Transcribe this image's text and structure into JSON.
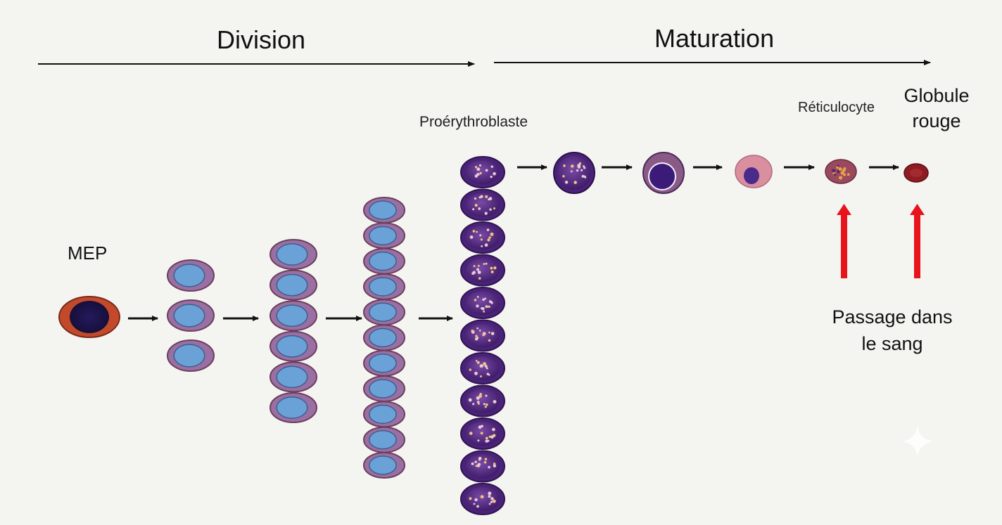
{
  "phases": {
    "division": "Division",
    "maturation": "Maturation"
  },
  "cells": {
    "mep": "MEP",
    "proerythroblast": "Proérythroblaste",
    "reticulocyte": "Réticulocyte",
    "red_cell_line1": "Globule",
    "red_cell_line2": "rouge"
  },
  "bloodstream": {
    "line1": "Passage dans",
    "line2": "le sang"
  },
  "division_counts": [
    1,
    3,
    6,
    11,
    11
  ],
  "colors": {
    "mep_outer": "#c24a2a",
    "mep_nucleus": "#231a5c",
    "progenitor_cytoplasm": "#9a6fa3",
    "progenitor_nucleus": "#6aa2d8",
    "erythroblast": "#5a2a86",
    "red_cell": "#8e1c22",
    "blood_arrow": "#e8141c",
    "arrow": "#111111"
  }
}
